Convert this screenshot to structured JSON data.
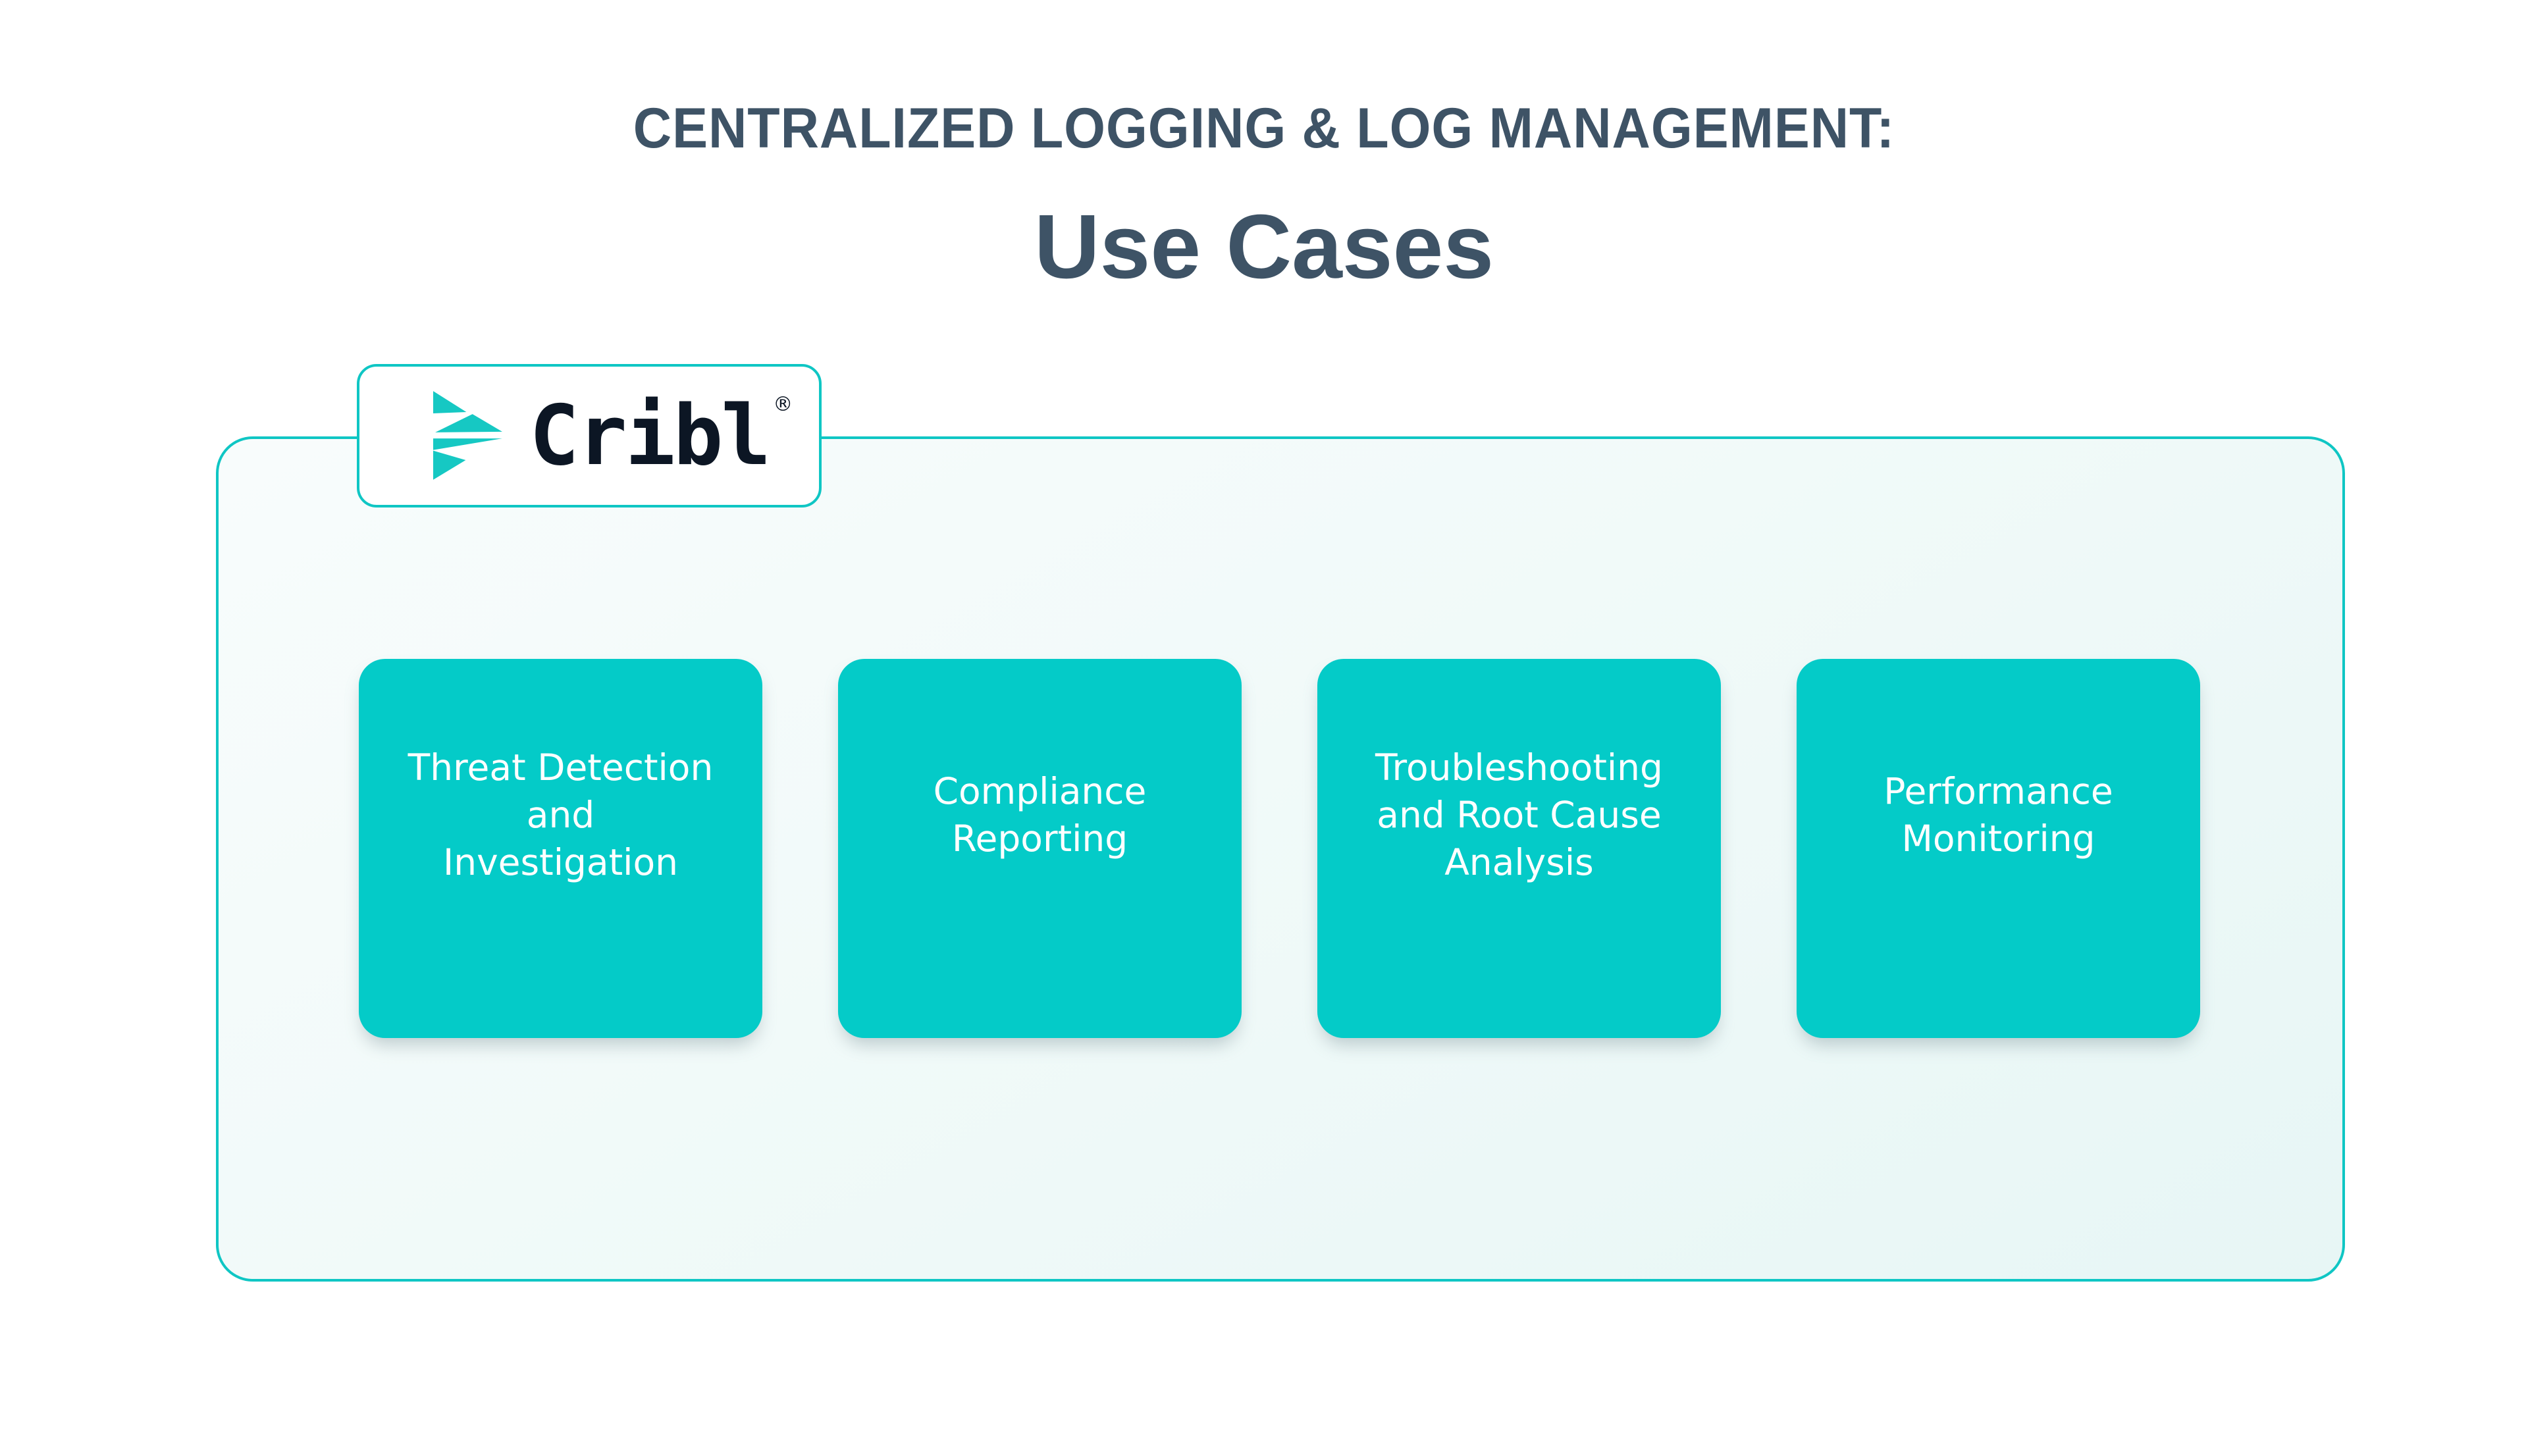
{
  "header": {
    "kicker": "CENTRALIZED LOGGING & LOG MANAGEMENT:",
    "title": "Use Cases"
  },
  "logo": {
    "brand": "Cribl",
    "registered": "®"
  },
  "cards": [
    {
      "label": "Threat Detection\nand\nInvestigation"
    },
    {
      "label": "Compliance\nReporting"
    },
    {
      "label": "Troubleshooting\nand Root Cause\nAnalysis"
    },
    {
      "label": "Performance\nMonitoring"
    }
  ],
  "colors": {
    "title_text": "#3E5366",
    "teal_accent": "#0FC6C4",
    "card_background": "#04CBC8",
    "card_text": "#FFFFFF",
    "logo_mark": "#16C8C3",
    "wordmark_text": "#0C1624",
    "panel_background": "#EFF9F8",
    "page_background": "#FFFFFF"
  }
}
